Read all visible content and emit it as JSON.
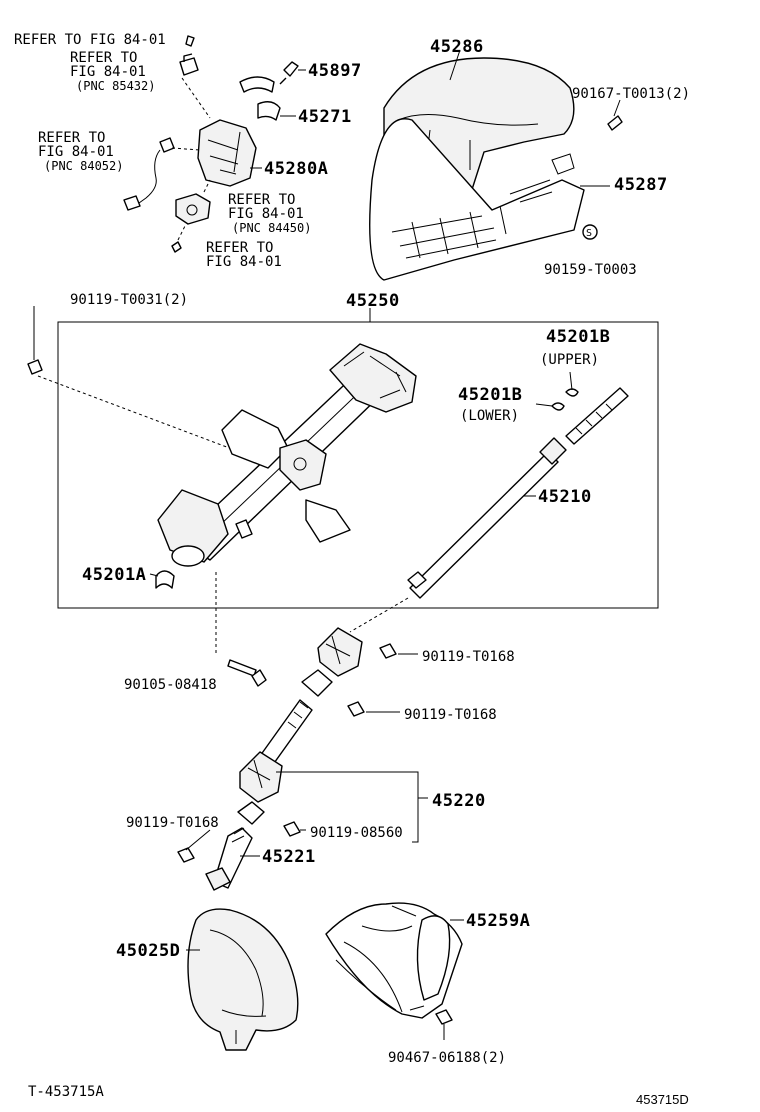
{
  "labels": {
    "ref_top": "REFER TO FIG 84-01",
    "ref_a_1": "REFER TO",
    "ref_a_2": "FIG 84-01",
    "ref_a_3": "(PNC 85432)",
    "ref_b_1": "REFER TO",
    "ref_b_2": "FIG 84-01",
    "ref_b_3": "(PNC 84052)",
    "ref_c_1": "REFER TO",
    "ref_c_2": "FIG 84-01",
    "ref_c_3": "(PNC 84450)",
    "ref_d_1": "REFER TO",
    "ref_d_2": "FIG 84-01",
    "p45897": "45897",
    "p45271": "45271",
    "p45280A": "45280A",
    "p45286": "45286",
    "p90167": "90167-T0013(2)",
    "p45287": "45287",
    "p90159": "90159-T0003",
    "p90119_t0031": "90119-T0031(2)",
    "p45250": "45250",
    "p45201B_upper": "45201B",
    "upper": "(UPPER)",
    "p45201B_lower": "45201B",
    "lower": "(LOWER)",
    "p45210": "45210",
    "p45201A": "45201A",
    "p90119_t0168_a": "90119-T0168",
    "p90105": "90105-08418",
    "p90119_t0168_b": "90119-T0168",
    "p45220": "45220",
    "p90119_t0168_c": "90119-T0168",
    "p90119_08560": "90119-08560",
    "p45221": "45221",
    "p45025D": "45025D",
    "p45259A": "45259A",
    "p90467": "90467-06188(2)",
    "footer_left": "T-453715A",
    "footer_right": "453715D"
  }
}
